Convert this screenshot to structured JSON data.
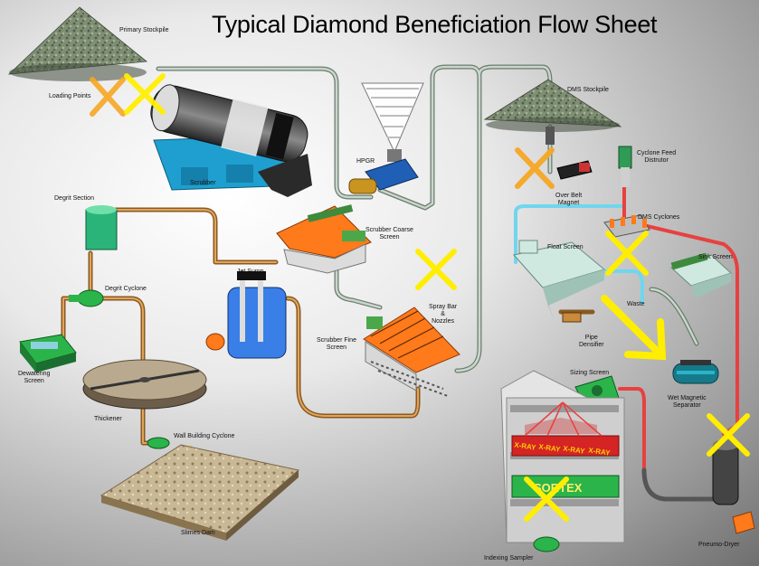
{
  "title": "Typical Diamond Beneficiation Flow Sheet",
  "labels": {
    "primary_stockpile": "Primary Stockpile",
    "loading_points": "Loading Points",
    "scrubber": "Scrubber",
    "hpgr": "HPGR",
    "dms_stockpile": "DMS Stockpile",
    "cyclone_feed_distributor": "Cyclone Feed\nDistrutor",
    "over_belt_magnet": "Over Belt\nMagnet",
    "dms_cyclones": "DMS Cyclones",
    "degrit_section": "Degrit Section",
    "scrubber_coarse_screen": "Scrubber Coarse\nScreen",
    "float_screen": "Float Screen",
    "sink_screen": "Sink Screen",
    "jet_sump": "Jet Sump",
    "degrit_cyclone": "Degrit Cyclone",
    "waste": "Waste",
    "spray_bar_nozzles": "Spray Bar\n&\nNozzles",
    "pipe_densifier": "Pipe\nDensifier",
    "scrubber_fine_screen": "Scrubber Fine\nScreen",
    "dewatering_screen": "Dewatering\nScreen",
    "sizing_screen": "Sizing Screen",
    "wet_magnetic_separator": "Wet Magnetic\nSeparator",
    "thickener": "Thickener",
    "wall_building_cyclone": "Wall Building Cyclone",
    "slimes_dam": "Slimes Dam",
    "pneumo_dryer": "Pneumo-Dryer",
    "indexing_sampler": "Indexing Sampler"
  },
  "equipment_text": {
    "xray_1": "X-RAY",
    "xray_2": "X-RAY",
    "xray_3": "X-RAY",
    "xray_4": "X-RAY",
    "sortex": "SORTEX"
  },
  "colors": {
    "pipe": "#b9c9bc",
    "pipe_copper": "#c98a3a",
    "pipe_red": "#e84040",
    "pipe_blue": "#6fd6ee",
    "orange_equipment": "#ff7a1a",
    "green_equipment": "#4aa84a",
    "cross_orange": "#f5a623",
    "cross_yellow": "#ffee00"
  }
}
